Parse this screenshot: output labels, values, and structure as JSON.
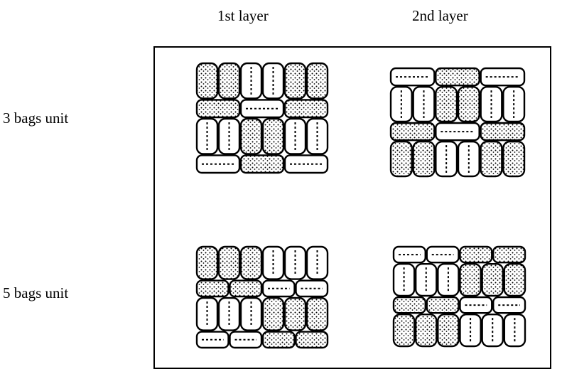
{
  "column_headers": [
    "1st layer",
    "2nd layer"
  ],
  "row_labels": [
    "3 bags unit",
    "5 bags unit"
  ],
  "panels": [
    {
      "unit": "3 bags unit",
      "layer": "1st layer",
      "horizontal_position": "bottom",
      "rows": [
        [
          "dotted",
          "plain",
          "dotted"
        ],
        [
          "plain",
          "dotted",
          "plain"
        ]
      ]
    },
    {
      "unit": "3 bags unit",
      "layer": "2nd layer",
      "horizontal_position": "top",
      "rows": [
        [
          "plain",
          "dotted",
          "plain"
        ],
        [
          "dotted",
          "plain",
          "dotted"
        ]
      ]
    },
    {
      "unit": "5 bags unit",
      "layer": "1st layer",
      "horizontal_position": "bottom",
      "rows": [
        [
          "dotted",
          "plain"
        ],
        [
          "plain",
          "dotted"
        ]
      ]
    },
    {
      "unit": "5 bags unit",
      "layer": "2nd layer",
      "horizontal_position": "top",
      "rows": [
        [
          "plain",
          "dotted"
        ],
        [
          "dotted",
          "plain"
        ]
      ]
    }
  ]
}
